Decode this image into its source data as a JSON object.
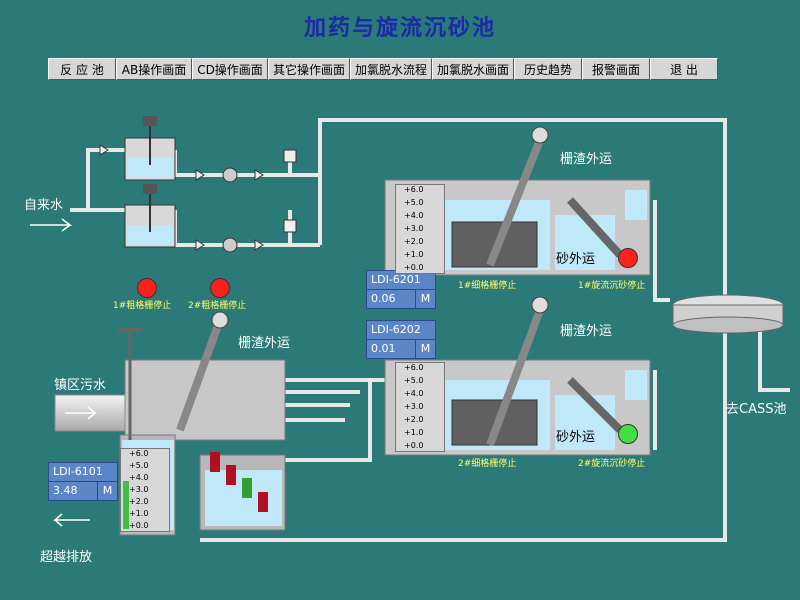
{
  "title": "加药与旋流沉砂池",
  "nav": [
    {
      "label": "反 应 池",
      "w": 68
    },
    {
      "label": "AB操作画面",
      "w": 76
    },
    {
      "label": "CD操作画面",
      "w": 76
    },
    {
      "label": "其它操作画面",
      "w": 82
    },
    {
      "label": "加氯脱水流程",
      "w": 82
    },
    {
      "label": "加氯脱水画面",
      "w": 82
    },
    {
      "label": "历史趋势",
      "w": 68
    },
    {
      "label": "报警画面",
      "w": 68
    },
    {
      "label": "退  出",
      "w": 68
    }
  ],
  "labels": {
    "tap_water": "自来水",
    "town_sewage": "镇区污水",
    "overflow": "超越排放",
    "to_cass": "去CASS池",
    "slag_out_1": "栅渣外运",
    "slag_out_2": "栅渣外运",
    "slag_out_3": "栅渣外运",
    "sand_out_1": "砂外运",
    "sand_out_2": "砂外运"
  },
  "status": {
    "coarse1": "1#粗格栅停止",
    "coarse2": "2#粗格栅停止",
    "fine1": "1#细格栅停止",
    "fine2": "2#细格栅停止",
    "cyclone1": "1#旋流沉砂停止",
    "cyclone2": "2#旋流沉砂停止"
  },
  "instruments": [
    {
      "tag": "LDI-6101",
      "value": "3.48",
      "unit": "M"
    },
    {
      "tag": "LDI-6201",
      "value": "0.06",
      "unit": "M"
    },
    {
      "tag": "LDI-6202",
      "value": "0.01",
      "unit": "M"
    }
  ],
  "gauge_ticks": [
    "+6.0",
    "+5.0",
    "+4.0",
    "+3.0",
    "+2.0",
    "+1.0",
    "+0.0"
  ],
  "colors": {
    "bg": "#2c7a78",
    "stopped": "#ff2020",
    "running": "#40e040",
    "water": "#bfe8f8"
  },
  "lamps": {
    "coarse1": "stopped",
    "coarse2": "stopped",
    "cyclone1": "stopped",
    "cyclone2": "running"
  },
  "levels": {
    "LDI-6101": 0.58
  }
}
